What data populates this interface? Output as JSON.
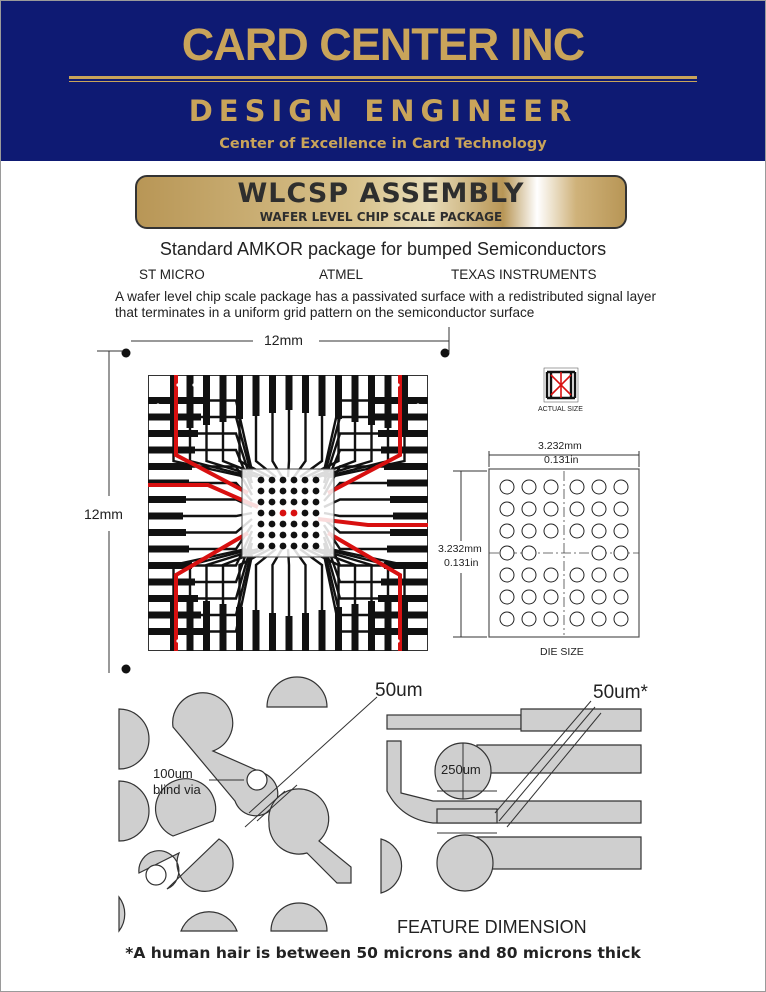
{
  "header": {
    "company": "CARD CENTER INC",
    "role": "DESIGN ENGINEER",
    "tagline": "Center of Excellence in Card Technology"
  },
  "banner": {
    "title": "WLCSP ASSEMBLY",
    "subtitle": "WAFER LEVEL CHIP SCALE PACKAGE"
  },
  "intro": {
    "headline": "Standard AMKOR package for bumped Semiconductors",
    "vendors": [
      "ST MICRO",
      "ATMEL",
      "TEXAS INSTRUMENTS"
    ],
    "description": "A wafer level chip scale package has a passivated surface with a redistributed signal layer that terminates in a uniform grid pattern on the semiconductor surface"
  },
  "package_diagram": {
    "width_label": "12mm",
    "height_label": "12mm",
    "actual_size_label": "ACTUAL SIZE"
  },
  "die_diagram": {
    "width_mm": "3.232mm",
    "width_in": "0.131in",
    "height_mm": "3.232mm",
    "height_in": "0.131in",
    "caption": "DIE SIZE"
  },
  "feature_diagram": {
    "pitch_label": "50um",
    "trace_label": "50um*",
    "via_label_1": "100um",
    "via_label_2": "blind via",
    "pad_label": "250um",
    "caption": "FEATURE DIMENSION"
  },
  "footnote": "*A human hair is between 50 microns and 80 microns thick",
  "colors": {
    "header_bg": "#0e1a73",
    "gold": "#c9a45a",
    "trace_red": "#d81010",
    "pad_gray": "#cfcfcf"
  }
}
